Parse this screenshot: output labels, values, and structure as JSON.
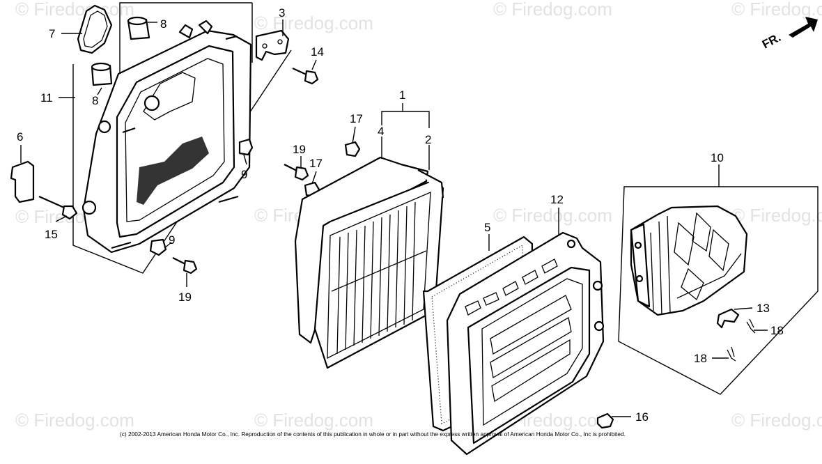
{
  "watermark_text": "© Firedog.com",
  "copyright": "(c) 2002-2013 American Honda Motor Co., Inc. Reproduction of the contents of this publication in whole or in part without the express written approval of American Honda Motor Co., Inc is prohibited.",
  "orientation_label": "FR.",
  "callouts": {
    "c1": "1",
    "c2": "2",
    "c3": "3",
    "c4": "4",
    "c5": "5",
    "c6": "6",
    "c7": "7",
    "c8a": "8",
    "c8b": "8",
    "c9a": "9",
    "c9b": "9",
    "c10": "10",
    "c11": "11",
    "c12": "12",
    "c13": "13",
    "c14": "14",
    "c15": "15",
    "c16": "16",
    "c17a": "17",
    "c17b": "17",
    "c18a": "18",
    "c18b": "18",
    "c19a": "19",
    "c19b": "19"
  }
}
